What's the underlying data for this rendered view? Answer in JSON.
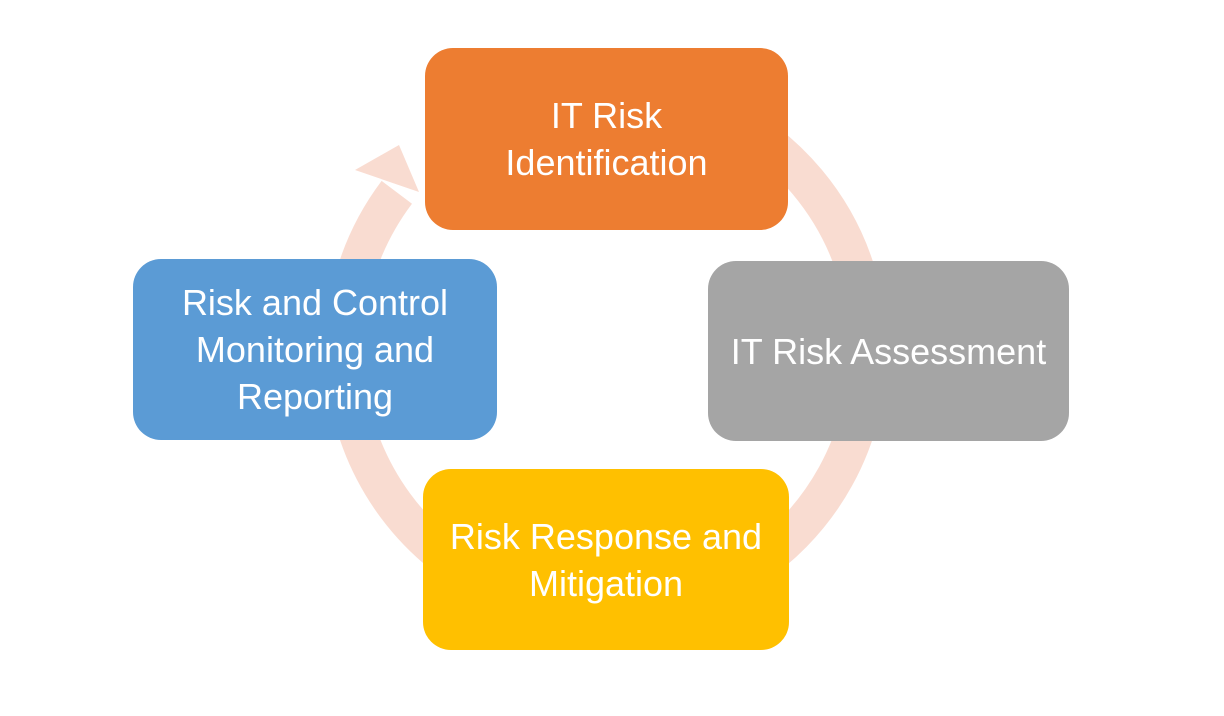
{
  "diagram": {
    "type": "cycle",
    "background_color": "#FFFFFF",
    "text_color": "#FFFFFF",
    "arrow": {
      "color": "#F9DCD1",
      "direction": "clockwise"
    },
    "nodes": [
      {
        "id": "it-risk-identification",
        "position": "top",
        "color": "#ED7D31",
        "lines": [
          "IT Risk",
          "Identification"
        ]
      },
      {
        "id": "it-risk-assessment",
        "position": "right",
        "color": "#A5A5A5",
        "lines": [
          "IT Risk Assessment"
        ]
      },
      {
        "id": "risk-response-and-mitigation",
        "position": "bottom",
        "color": "#FFC000",
        "lines": [
          "Risk Response and",
          "Mitigation"
        ]
      },
      {
        "id": "risk-and-control-monitoring-and-reporting",
        "position": "left",
        "color": "#5B9BD5",
        "lines": [
          "Risk and Control",
          "Monitoring and",
          "Reporting"
        ]
      }
    ]
  }
}
